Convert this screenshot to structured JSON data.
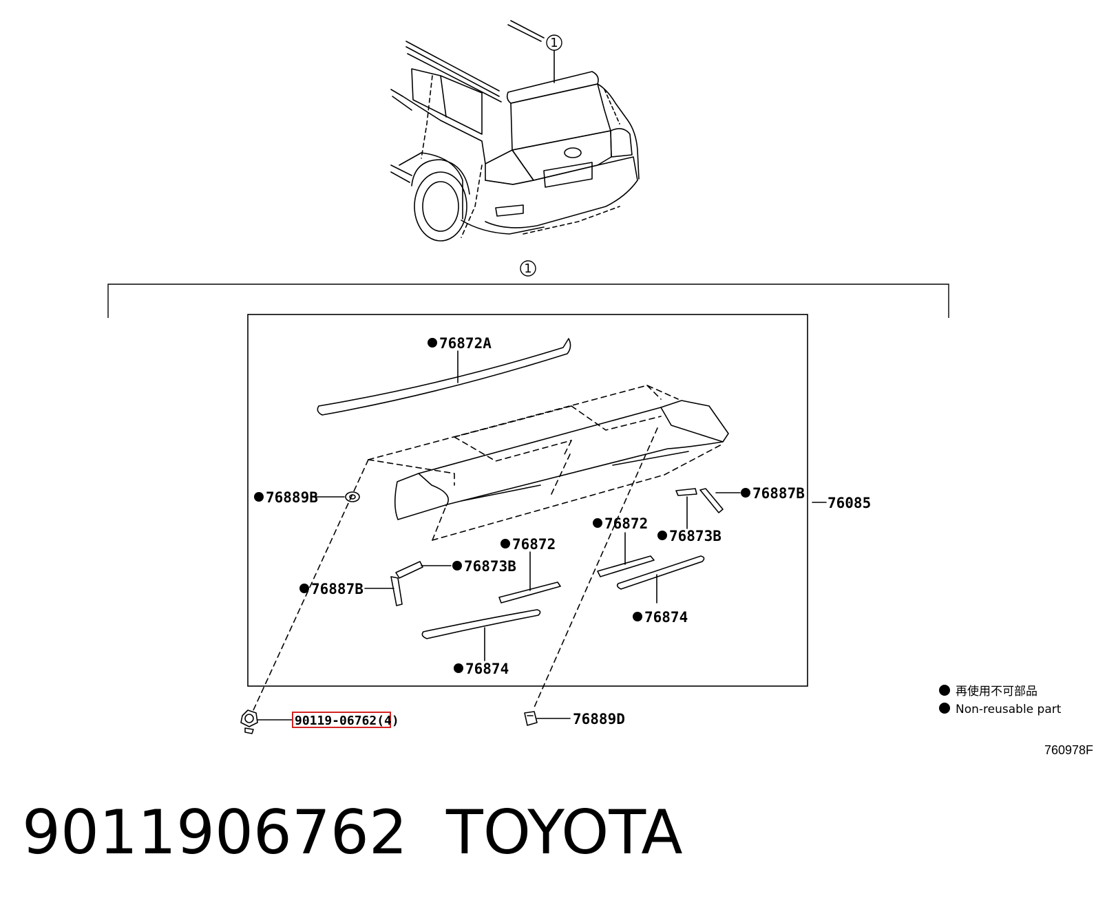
{
  "callout": {
    "ref_number": "1"
  },
  "parts": {
    "p76872A": "76872A",
    "p76889B": "76889B",
    "p76887B_right": "76887B",
    "p76085": "76085",
    "p76872_right": "76872",
    "p76873B_right": "76873B",
    "p76872_left": "76872",
    "p76873B_left": "76873B",
    "p76887B_left": "76887B",
    "p76874_right": "76874",
    "p76874_left": "76874",
    "p90119": "90119-06762(4)",
    "p76889D": "76889D"
  },
  "legend": {
    "jp": "再使用不可部品",
    "en": "Non-reusable part"
  },
  "figure_code": "760978F",
  "footer": {
    "part_number": "9011906762",
    "brand": "TOYOTA"
  },
  "colors": {
    "highlight": "#d62020",
    "ink": "#000000"
  }
}
